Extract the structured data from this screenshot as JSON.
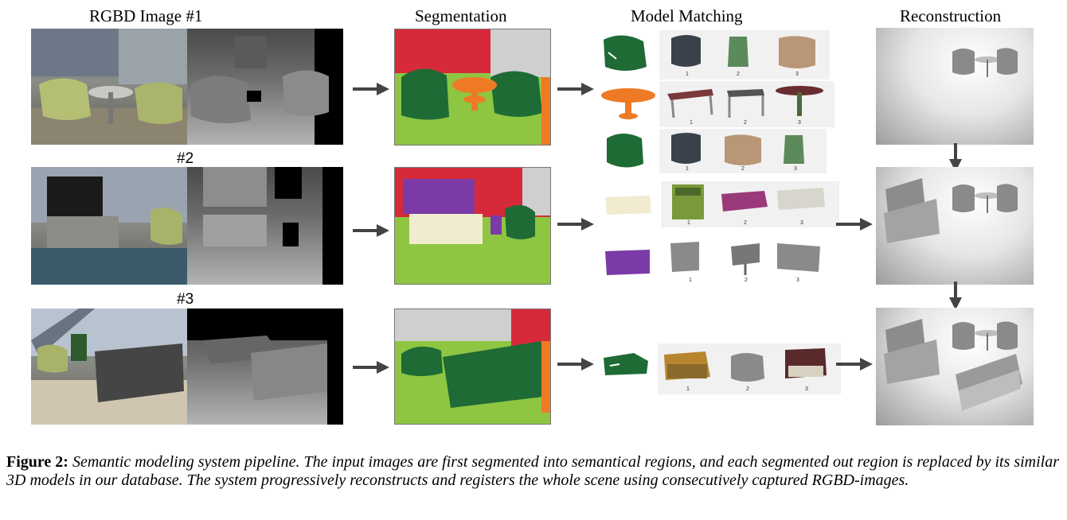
{
  "headers": {
    "rgbd": "RGBD Image #1",
    "segmentation": "Segmentation",
    "model_matching": "Model Matching",
    "reconstruction": "Reconstruction"
  },
  "row_labels": [
    "#2",
    "#3"
  ],
  "rank_numbers": [
    "1",
    "2",
    "3"
  ],
  "caption": {
    "label": "Figure 2:",
    "text": "Semantic modeling system pipeline. The input images are first segmented into semantical regions, and each segmented out region is replaced by its similar 3D models in our database. The system progressively reconstructs and registers the whole scene using consecutively captured RGBD-images."
  },
  "colors": {
    "chair_seg": "#1e6b35",
    "table_seg": "#ef7a25",
    "cabinet_seg": "#f1ebcf",
    "tv_seg": "#7b3aa6",
    "wall_seg": "#d62a3a",
    "floor_seg": "#8ec642"
  }
}
